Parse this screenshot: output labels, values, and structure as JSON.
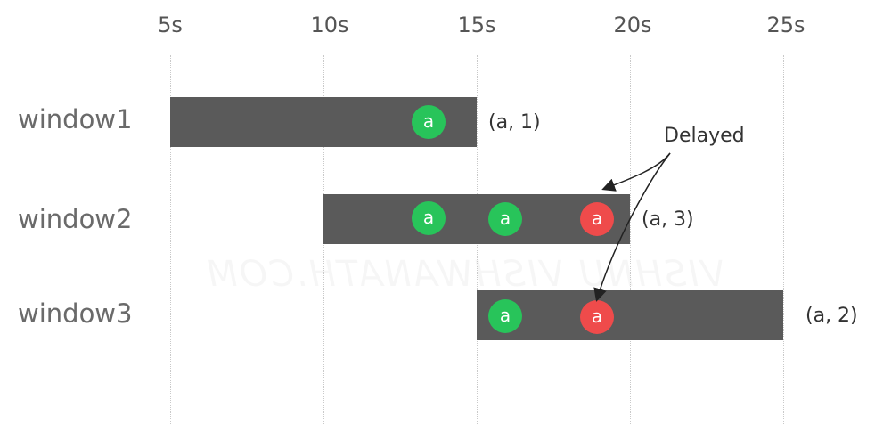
{
  "axis": {
    "ticks": [
      "5s",
      "10s",
      "15s",
      "20s",
      "25s"
    ]
  },
  "rows": [
    {
      "label": "window1",
      "start": 5,
      "end": 15,
      "events": [
        {
          "text": "a",
          "t": 13.5,
          "status": "on-time"
        }
      ],
      "result": "(a, 1)"
    },
    {
      "label": "window2",
      "start": 10,
      "end": 20,
      "events": [
        {
          "text": "a",
          "t": 13.5,
          "status": "on-time"
        },
        {
          "text": "a",
          "t": 16,
          "status": "on-time"
        },
        {
          "text": "a",
          "t": 19,
          "status": "delayed"
        }
      ],
      "result": "(a, 3)"
    },
    {
      "label": "window3",
      "start": 15,
      "end": 25,
      "events": [
        {
          "text": "a",
          "t": 16,
          "status": "on-time"
        },
        {
          "text": "a",
          "t": 19,
          "status": "delayed"
        }
      ],
      "result": "(a, 2)"
    }
  ],
  "annotation": {
    "label": "Delayed"
  },
  "watermark": "VISHNU VISHWANATH.COM",
  "colors": {
    "bar": "#5a5a5a",
    "on_time": "#28c45a",
    "delayed": "#ef4b4b"
  }
}
